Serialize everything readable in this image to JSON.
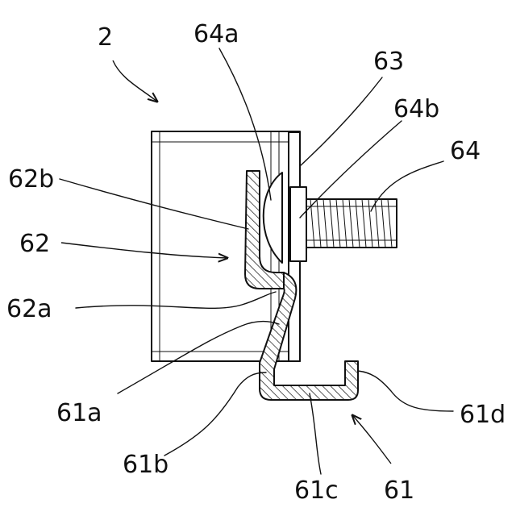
{
  "labels": {
    "assembly": "2",
    "ref_64a": "64a",
    "ref_63": "63",
    "ref_64b": "64b",
    "ref_64": "64",
    "ref_62b": "62b",
    "ref_62": "62",
    "ref_62a": "62a",
    "ref_61a": "61a",
    "ref_61b": "61b",
    "ref_61c": "61c",
    "ref_61": "61",
    "ref_61d": "61d"
  }
}
